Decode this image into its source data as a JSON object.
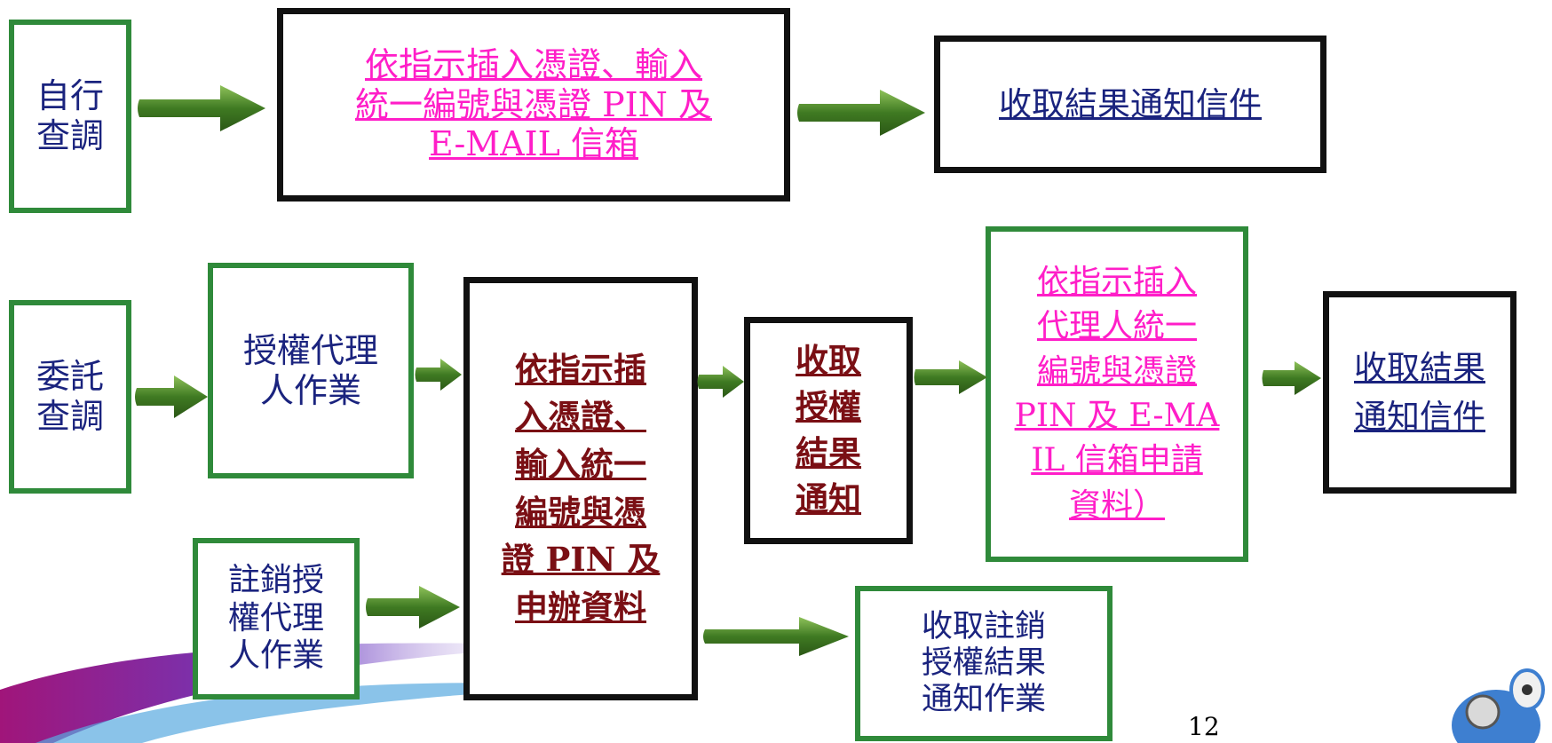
{
  "self_query": {
    "start": [
      "自行",
      "查調"
    ],
    "step1": [
      "依指示插入憑證、輸入",
      "統一編號與憑證 PIN 及",
      "E-MAIL 信箱"
    ],
    "result": [
      "收取結果通知信件"
    ]
  },
  "delegated_query": {
    "start": [
      "委託",
      "查調"
    ],
    "authorize": [
      "授權代理",
      "人作業"
    ],
    "cancel": [
      "註銷授",
      "權代理",
      "人作業"
    ],
    "step1": [
      "依指示插",
      "入憑證、",
      "輸入統一",
      "編號與憑",
      "證 PIN 及",
      "申辦資料"
    ],
    "auth_notice": [
      "收取",
      "授權",
      "結果",
      "通知"
    ],
    "step2": [
      "依指示插入",
      "代理人統一",
      "編號與憑證",
      "PIN 及 E-MA",
      "IL 信箱申請",
      "資料）"
    ],
    "result": [
      "收取結果",
      "通知信件"
    ],
    "cancel_notice": [
      "收取註銷",
      "授權結果",
      "通知作業"
    ]
  },
  "page_number": "12",
  "colors": {
    "green_border": "#2f8a3a",
    "black_border": "#111111",
    "navy_text": "#1a237e",
    "pink_link": "#ff1ec8",
    "maroon_link": "#7a0f14",
    "arrow_green": "#3f7a22"
  }
}
